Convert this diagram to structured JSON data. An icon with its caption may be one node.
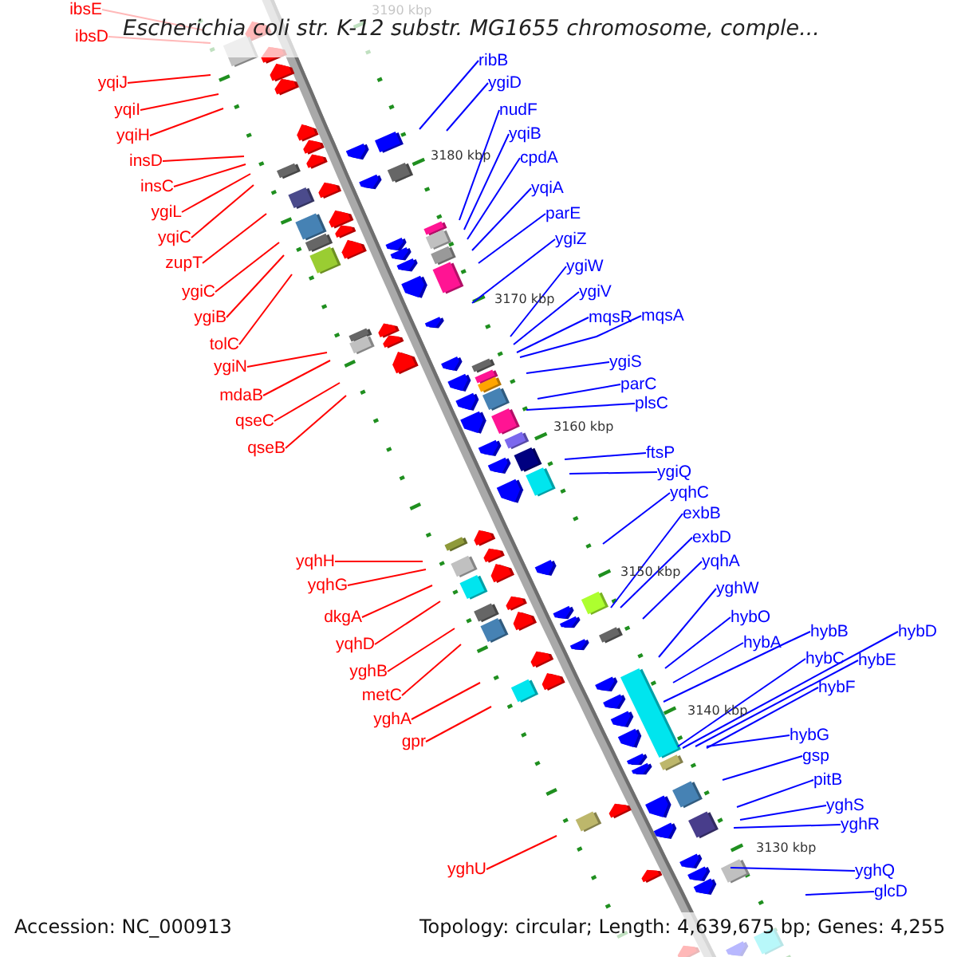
{
  "diagram": {
    "title": "Escherichia coli str. K-12 substr. MG1655 chromosome, comple...",
    "nodes": [
      {
        "text": [
          "ibsE"
        ]
      },
      {
        "text": [
          "ibsD"
        ]
      },
      {
        "text": [
          "yqiJ"
        ]
      },
      {
        "text": [
          "yqiI"
        ]
      },
      {
        "text": [
          "yqiH"
        ]
      },
      {
        "text": [
          "insD"
        ]
      },
      {
        "text": [
          "insC"
        ]
      },
      {
        "text": [
          "ygiL"
        ]
      },
      {
        "text": [
          "yqiC"
        ]
      },
      {
        "text": [
          "zupT"
        ]
      },
      {
        "text": [
          "ygiC"
        ]
      },
      {
        "text": [
          "ygiB"
        ]
      },
      {
        "text": [
          "tolC"
        ]
      },
      {
        "text": [
          "ygiN"
        ]
      },
      {
        "text": [
          "mdaB"
        ]
      },
      {
        "text": [
          "qseC"
        ]
      },
      {
        "text": [
          "qseB"
        ]
      },
      {
        "text": [
          "yqhH"
        ]
      },
      {
        "text": [
          "yqhG"
        ]
      },
      {
        "text": [
          "dkgA"
        ]
      },
      {
        "text": [
          "yqhD"
        ]
      },
      {
        "text": [
          "yghB"
        ]
      },
      {
        "text": [
          "metC"
        ]
      },
      {
        "text": [
          "yghA"
        ]
      },
      {
        "text": [
          "gpr"
        ]
      },
      {
        "text": [
          "yghU"
        ]
      },
      {
        "text": [
          "ribB"
        ]
      },
      {
        "text": [
          "ygiD"
        ]
      },
      {
        "text": [
          "nudF"
        ]
      },
      {
        "text": [
          "yqiB"
        ]
      },
      {
        "text": [
          "cpdA"
        ]
      },
      {
        "text": [
          "yqiA"
        ]
      },
      {
        "text": [
          "parE"
        ]
      },
      {
        "text": [
          "ygiZ"
        ]
      },
      {
        "text": [
          "ygiW"
        ]
      },
      {
        "text": [
          "ygiV"
        ]
      },
      {
        "text": [
          "mqsR"
        ]
      },
      {
        "text": [
          "mqsA"
        ]
      },
      {
        "text": [
          "ygiS"
        ]
      },
      {
        "text": [
          "parC"
        ]
      },
      {
        "text": [
          "plsC"
        ]
      },
      {
        "text": [
          "ftsP"
        ]
      },
      {
        "text": [
          "ygiQ"
        ]
      },
      {
        "text": [
          "yqhC"
        ]
      },
      {
        "text": [
          "exbB"
        ]
      },
      {
        "text": [
          "exbD"
        ]
      },
      {
        "text": [
          "yqhA"
        ]
      },
      {
        "text": [
          "yghW"
        ]
      },
      {
        "text": [
          "hybO"
        ]
      },
      {
        "text": [
          "hybA"
        ]
      },
      {
        "text": [
          "hybB"
        ]
      },
      {
        "text": [
          "hybD"
        ]
      },
      {
        "text": [
          "hybC"
        ]
      },
      {
        "text": [
          "hybE"
        ]
      },
      {
        "text": [
          "hybF"
        ]
      },
      {
        "text": [
          "hybG"
        ]
      },
      {
        "text": [
          "gsp"
        ]
      },
      {
        "text": [
          "pitB"
        ]
      },
      {
        "text": [
          "yghS"
        ]
      },
      {
        "text": [
          "yghR"
        ]
      },
      {
        "text": [
          "yghQ"
        ]
      },
      {
        "text": [
          "glcD"
        ]
      }
    ],
    "edges": [
      {
        "from": 0,
        "to": null,
        "arrow": "none",
        "color": "#ff0000"
      },
      {
        "from": 1,
        "to": null,
        "arrow": "none",
        "color": "#ff0000"
      },
      {
        "from": 2,
        "to": null,
        "arrow": "none",
        "color": "#ff0000"
      },
      {
        "from": 3,
        "to": null,
        "arrow": "none",
        "color": "#ff0000"
      },
      {
        "from": 4,
        "to": null,
        "arrow": "none",
        "color": "#ff0000"
      },
      {
        "from": 5,
        "to": null,
        "arrow": "none",
        "color": "#ff0000"
      },
      {
        "from": 6,
        "to": null,
        "arrow": "none",
        "color": "#ff0000"
      },
      {
        "from": 7,
        "to": null,
        "arrow": "none",
        "color": "#ff0000"
      },
      {
        "from": 8,
        "to": null,
        "arrow": "none",
        "color": "#ff0000"
      },
      {
        "from": 9,
        "to": null,
        "arrow": "none",
        "color": "#ff0000"
      },
      {
        "from": 10,
        "to": null,
        "arrow": "none",
        "color": "#ff0000"
      },
      {
        "from": 11,
        "to": null,
        "arrow": "none",
        "color": "#ff0000"
      },
      {
        "from": 12,
        "to": null,
        "arrow": "none",
        "color": "#ff0000"
      },
      {
        "from": 13,
        "to": null,
        "arrow": "none",
        "color": "#ff0000"
      },
      {
        "from": 14,
        "to": null,
        "arrow": "none",
        "color": "#ff0000"
      },
      {
        "from": 15,
        "to": null,
        "arrow": "none",
        "color": "#ff0000"
      },
      {
        "from": 16,
        "to": null,
        "arrow": "none",
        "color": "#ff0000"
      },
      {
        "from": 17,
        "to": null,
        "arrow": "none",
        "color": "#ff0000"
      },
      {
        "from": 18,
        "to": null,
        "arrow": "none",
        "color": "#ff0000"
      },
      {
        "from": 19,
        "to": null,
        "arrow": "none",
        "color": "#ff0000"
      },
      {
        "from": 20,
        "to": null,
        "arrow": "none",
        "color": "#ff0000"
      },
      {
        "from": 21,
        "to": null,
        "arrow": "none",
        "color": "#ff0000"
      },
      {
        "from": 22,
        "to": null,
        "arrow": "none",
        "color": "#ff0000"
      },
      {
        "from": 23,
        "to": null,
        "arrow": "none",
        "color": "#ff0000"
      },
      {
        "from": 24,
        "to": null,
        "arrow": "none",
        "color": "#ff0000"
      },
      {
        "from": 25,
        "to": null,
        "arrow": "none",
        "color": "#ff0000"
      },
      {
        "from": 26,
        "to": null,
        "arrow": "none"
      },
      {
        "from": 27,
        "to": null,
        "arrow": "none"
      },
      {
        "from": 28,
        "to": null,
        "arrow": "none"
      },
      {
        "from": 29,
        "to": null,
        "arrow": "none"
      },
      {
        "from": 30,
        "to": null,
        "arrow": "none"
      },
      {
        "from": 31,
        "to": null,
        "arrow": "none"
      },
      {
        "from": 32,
        "to": null,
        "arrow": "none"
      },
      {
        "from": 33,
        "to": null,
        "arrow": "none"
      },
      {
        "from": 34,
        "to": null,
        "arrow": "none"
      },
      {
        "from": 35,
        "to": null,
        "arrow": "none"
      },
      {
        "from": 36,
        "to": null,
        "arrow": "none"
      },
      {
        "from": 37,
        "to": null,
        "arrow": "none"
      },
      {
        "from": 38,
        "to": null,
        "arrow": "none"
      },
      {
        "from": 39,
        "to": null,
        "arrow": "none"
      },
      {
        "from": 40,
        "to": null,
        "arrow": "none"
      },
      {
        "from": 41,
        "to": null,
        "arrow": "none"
      },
      {
        "from": 42,
        "to": null,
        "arrow": "none"
      },
      {
        "from": 43,
        "to": null,
        "arrow": "none"
      },
      {
        "from": 44,
        "to": null,
        "arrow": "none"
      },
      {
        "from": 45,
        "to": null,
        "arrow": "none"
      },
      {
        "from": 46,
        "to": null,
        "arrow": "none"
      },
      {
        "from": 47,
        "to": null,
        "arrow": "none"
      },
      {
        "from": 48,
        "to": null,
        "arrow": "none"
      },
      {
        "from": 49,
        "to": null,
        "arrow": "none"
      },
      {
        "from": 50,
        "to": null,
        "arrow": "none"
      },
      {
        "from": 51,
        "to": null,
        "arrow": "none"
      },
      {
        "from": 52,
        "to": null,
        "arrow": "none"
      },
      {
        "from": 53,
        "to": null,
        "arrow": "none"
      },
      {
        "from": 54,
        "to": null,
        "arrow": "none"
      },
      {
        "from": 55,
        "to": null,
        "arrow": "none"
      },
      {
        "from": 56,
        "to": null,
        "arrow": "none"
      },
      {
        "from": 57,
        "to": null,
        "arrow": "none"
      },
      {
        "from": 58,
        "to": null,
        "arrow": "none"
      },
      {
        "from": 59,
        "to": null,
        "arrow": "none"
      },
      {
        "from": 60,
        "to": null,
        "arrow": "none"
      },
      {
        "from": 61,
        "to": null,
        "arrow": "none"
      }
    ],
    "labels": [
      "3190 kbp",
      "3180 kbp",
      "3170 kbp",
      "3160 kbp",
      "3150 kbp",
      "3140 kbp",
      "3130 kbp",
      "Accession: NC_000913",
      "Topology: circular; Length: 4,639,675 bp; Genes: 4,255"
    ]
  }
}
